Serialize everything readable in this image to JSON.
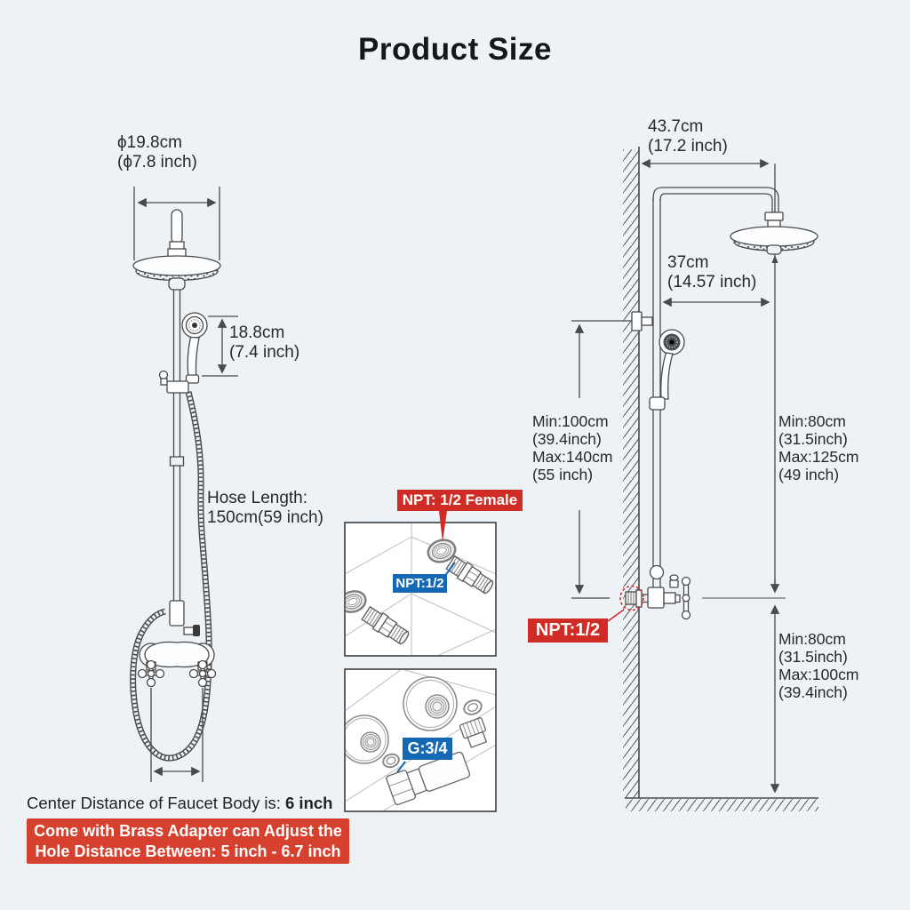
{
  "title": "Product Size",
  "colors": {
    "background": "#edf2f7",
    "line_art": "#4a4a4a",
    "label_red": "#d02b24",
    "banner_red": "#d6402e",
    "label_blue": "#1568b3"
  },
  "left_figure": {
    "head_diameter_line1": "ϕ19.8cm",
    "head_diameter_line2": "(ϕ7.8 inch)",
    "hand_shower_line1": "18.8cm",
    "hand_shower_line2": "(7.4 inch)",
    "hose_line1": "Hose Length:",
    "hose_line2": "150cm(59 inch)",
    "center_distance_text": "Center Distance of Faucet Body is: ",
    "center_distance_value": "6 inch",
    "banner_line1": "Come with Brass Adapter can Adjust the",
    "banner_line2_text": "Hole Distance Between: ",
    "banner_line2_value": "5 inch - 6.7 inch"
  },
  "insets": {
    "npt_female_label": "NPT: 1/2 Female",
    "npt_half_blue_label": "NPT:1/2",
    "npt_half_red_label": "NPT:1/2",
    "g_three_quarter_label": "G:3/4"
  },
  "right_figure": {
    "arm_line1": "43.7cm",
    "arm_line2": "(17.2 inch)",
    "head_line1": "37cm",
    "head_line2": "(14.57 inch)",
    "left_range": [
      "Min:100cm",
      "(39.4inch)",
      "Max:140cm",
      "(55 inch)"
    ],
    "right_range_upper": [
      "Min:80cm",
      "(31.5inch)",
      "Max:125cm",
      "(49 inch)"
    ],
    "right_range_lower": [
      "Min:80cm",
      "(31.5inch)",
      "Max:100cm",
      "(39.4inch)"
    ]
  }
}
